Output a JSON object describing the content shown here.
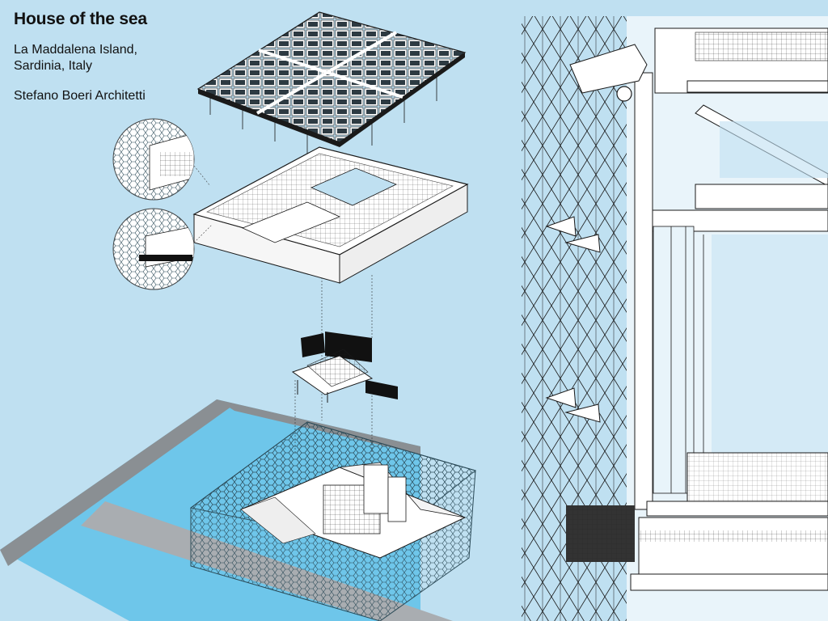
{
  "header": {
    "title": "House of the sea",
    "location_line1": "La Maddalena Island,",
    "location_line2": "Sardinia, Italy",
    "architect": "Stefano Boeri Architetti"
  },
  "colors": {
    "background": "#bfe0f1",
    "sea": "#6ec6ea",
    "sea_edge": "#7a7a7a",
    "linework": "#1a1a1a",
    "building_fill": "#ffffff",
    "mesh": "#2b4a57",
    "dark_panel": "#111111"
  },
  "icons": {
    "detail_callout_top": "circle-detail-icon",
    "detail_callout_bottom": "circle-detail-icon"
  }
}
